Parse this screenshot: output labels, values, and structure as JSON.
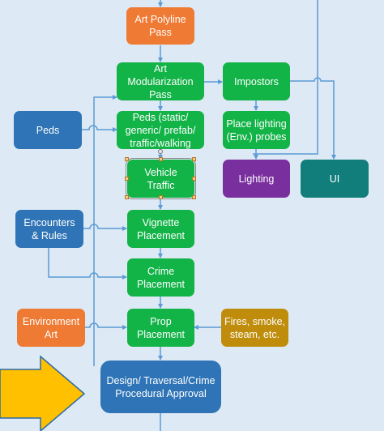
{
  "colors": {
    "background": "#dde9f4",
    "connector": "#5b9bd5",
    "green": "#12b347",
    "orange": "#ee7a34",
    "blue": "#2e74b6",
    "purple": "#7a2f9e",
    "teal": "#127e7b",
    "gold": "#bf8c0b",
    "arrow_shape": "#ffc000"
  },
  "nodes": {
    "art_polyline_pass": "Art Polyline\nPass",
    "art_modularization_pass": "Art\nModularization\nPass",
    "impostors": "Impostors",
    "peds": "Peds",
    "peds_detail": "Peds (static/\ngeneric/ prefab/\ntraffic/walking",
    "place_lighting": "Place lighting\n(Env.) probes",
    "vehicle_traffic": "Vehicle\nTraffic",
    "lighting": "Lighting",
    "ui": "UI",
    "encounters_rules": "Encounters\n& Rules",
    "vignette_placement": "Vignette\nPlacement",
    "crime_placement": "Crime\nPlacement",
    "environment_art": "Environment\nArt",
    "prop_placement": "Prop\nPlacement",
    "fires_smoke_steam": "Fires, smoke,\nsteam, etc.",
    "design_approval": "Design/ Traversal/Crime\nProcedural Approval"
  }
}
